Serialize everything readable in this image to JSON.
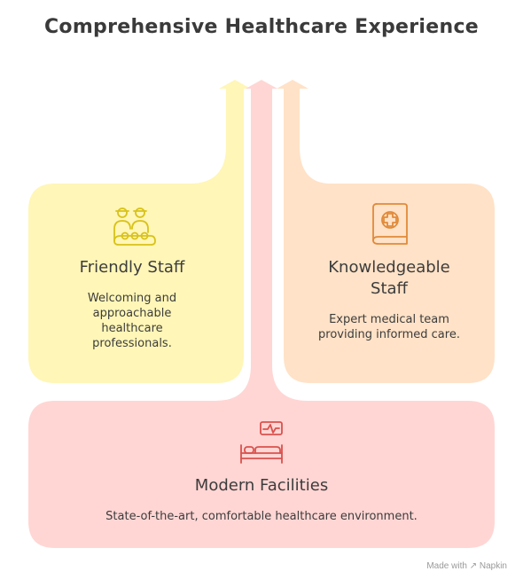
{
  "title": "Comprehensive Healthcare Experience",
  "cards": {
    "friendly": {
      "title": "Friendly Staff",
      "description": "Welcoming and approachable healthcare professionals.",
      "icon": "friendly-staff-icon",
      "fill": "#FFF6B7",
      "icon_color": "#D9C21A"
    },
    "knowledgeable": {
      "title": "Knowledgeable Staff",
      "description": "Expert medical team providing informed care.",
      "icon": "medical-book-icon",
      "fill": "#FFE2C7",
      "icon_color": "#E08A3A"
    },
    "modern": {
      "title": "Modern Facilities",
      "description": "State-of-the-art, comfortable healthcare environment.",
      "icon": "hospital-bed-monitor-icon",
      "fill": "#FFD6D4",
      "icon_color": "#D9524D"
    }
  },
  "footer": {
    "label": "Made with",
    "brand": "Napkin"
  }
}
